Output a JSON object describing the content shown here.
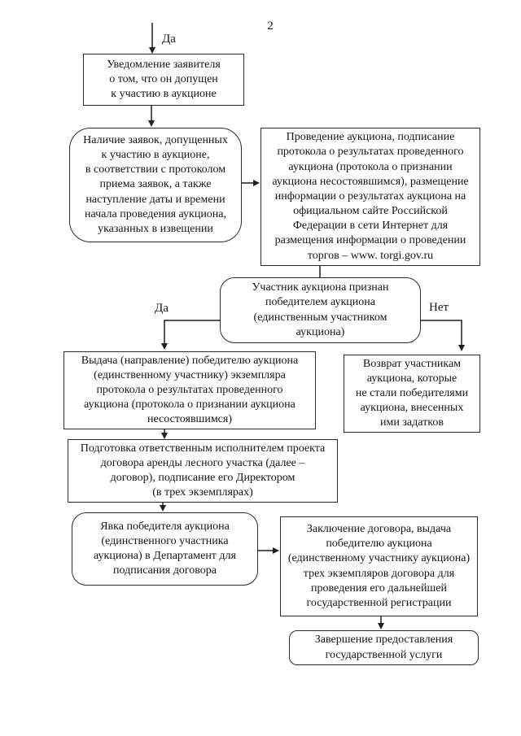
{
  "page": {
    "number": "2"
  },
  "labels": {
    "yes_top": "Да",
    "yes_branch": "Да",
    "no_branch": "Нет"
  },
  "boxes": {
    "notify": {
      "lines": [
        "Уведомление заявителя",
        "о том, что он допущен",
        "к участию в аукционе"
      ]
    },
    "check_bids": {
      "lines": [
        "Наличие заявок, допущенных",
        "к участию в аукционе,",
        "в соответствии с протоколом",
        "приема заявок, а также",
        "наступление даты и времени",
        "начала проведения аукциона,",
        "указанных в извещении"
      ]
    },
    "conduct_auction": {
      "lines": [
        "Проведение аукциона, подписание",
        "протокола о результатах проведенного",
        "аукциона (протокола о признании",
        "аукциона несостоявшимся), размещение",
        "информации о результатах аукциона на",
        "официальном сайте Российской",
        "Федерации в сети Интернет для",
        "размещения информации о проведении",
        "торгов – www. torgi.gov.ru"
      ]
    },
    "winner_decision": {
      "lines": [
        "Участник аукциона признан",
        "победителем аукциона",
        "(единственным участником",
        "аукциона)"
      ]
    },
    "issue_protocol": {
      "lines": [
        "Выдача (направление) победителю аукциона",
        "(единственному участнику) экземпляра",
        "протокола о результатах проведенного",
        "аукциона (протокола о признании аукциона",
        "несостоявшимся)"
      ]
    },
    "return_deposits": {
      "lines": [
        "Возврат участникам",
        "аукциона, которые",
        "не стали победителями",
        "аукциона, внесенных",
        "ими задатков"
      ]
    },
    "prepare_contract": {
      "lines": [
        "Подготовка ответственным исполнителем проекта",
        "договора аренды лесного участка (далее –",
        "договор), подписание его Директором",
        "(в трех экземплярах)"
      ]
    },
    "winner_appearance": {
      "lines": [
        "Явка победителя аукциона",
        "(единственного участника",
        "аукциона) в Департамент для",
        "подписания договора"
      ]
    },
    "conclude_contract": {
      "lines": [
        "Заключение договора, выдача",
        "победителю аукциона",
        "(единственному участнику аукциона)",
        "трех экземпляров договора для",
        "проведения его дальнейшей",
        "государственной регистрации"
      ]
    },
    "service_complete": {
      "lines": [
        "Завершение предоставления",
        "государственной услуги"
      ]
    }
  }
}
